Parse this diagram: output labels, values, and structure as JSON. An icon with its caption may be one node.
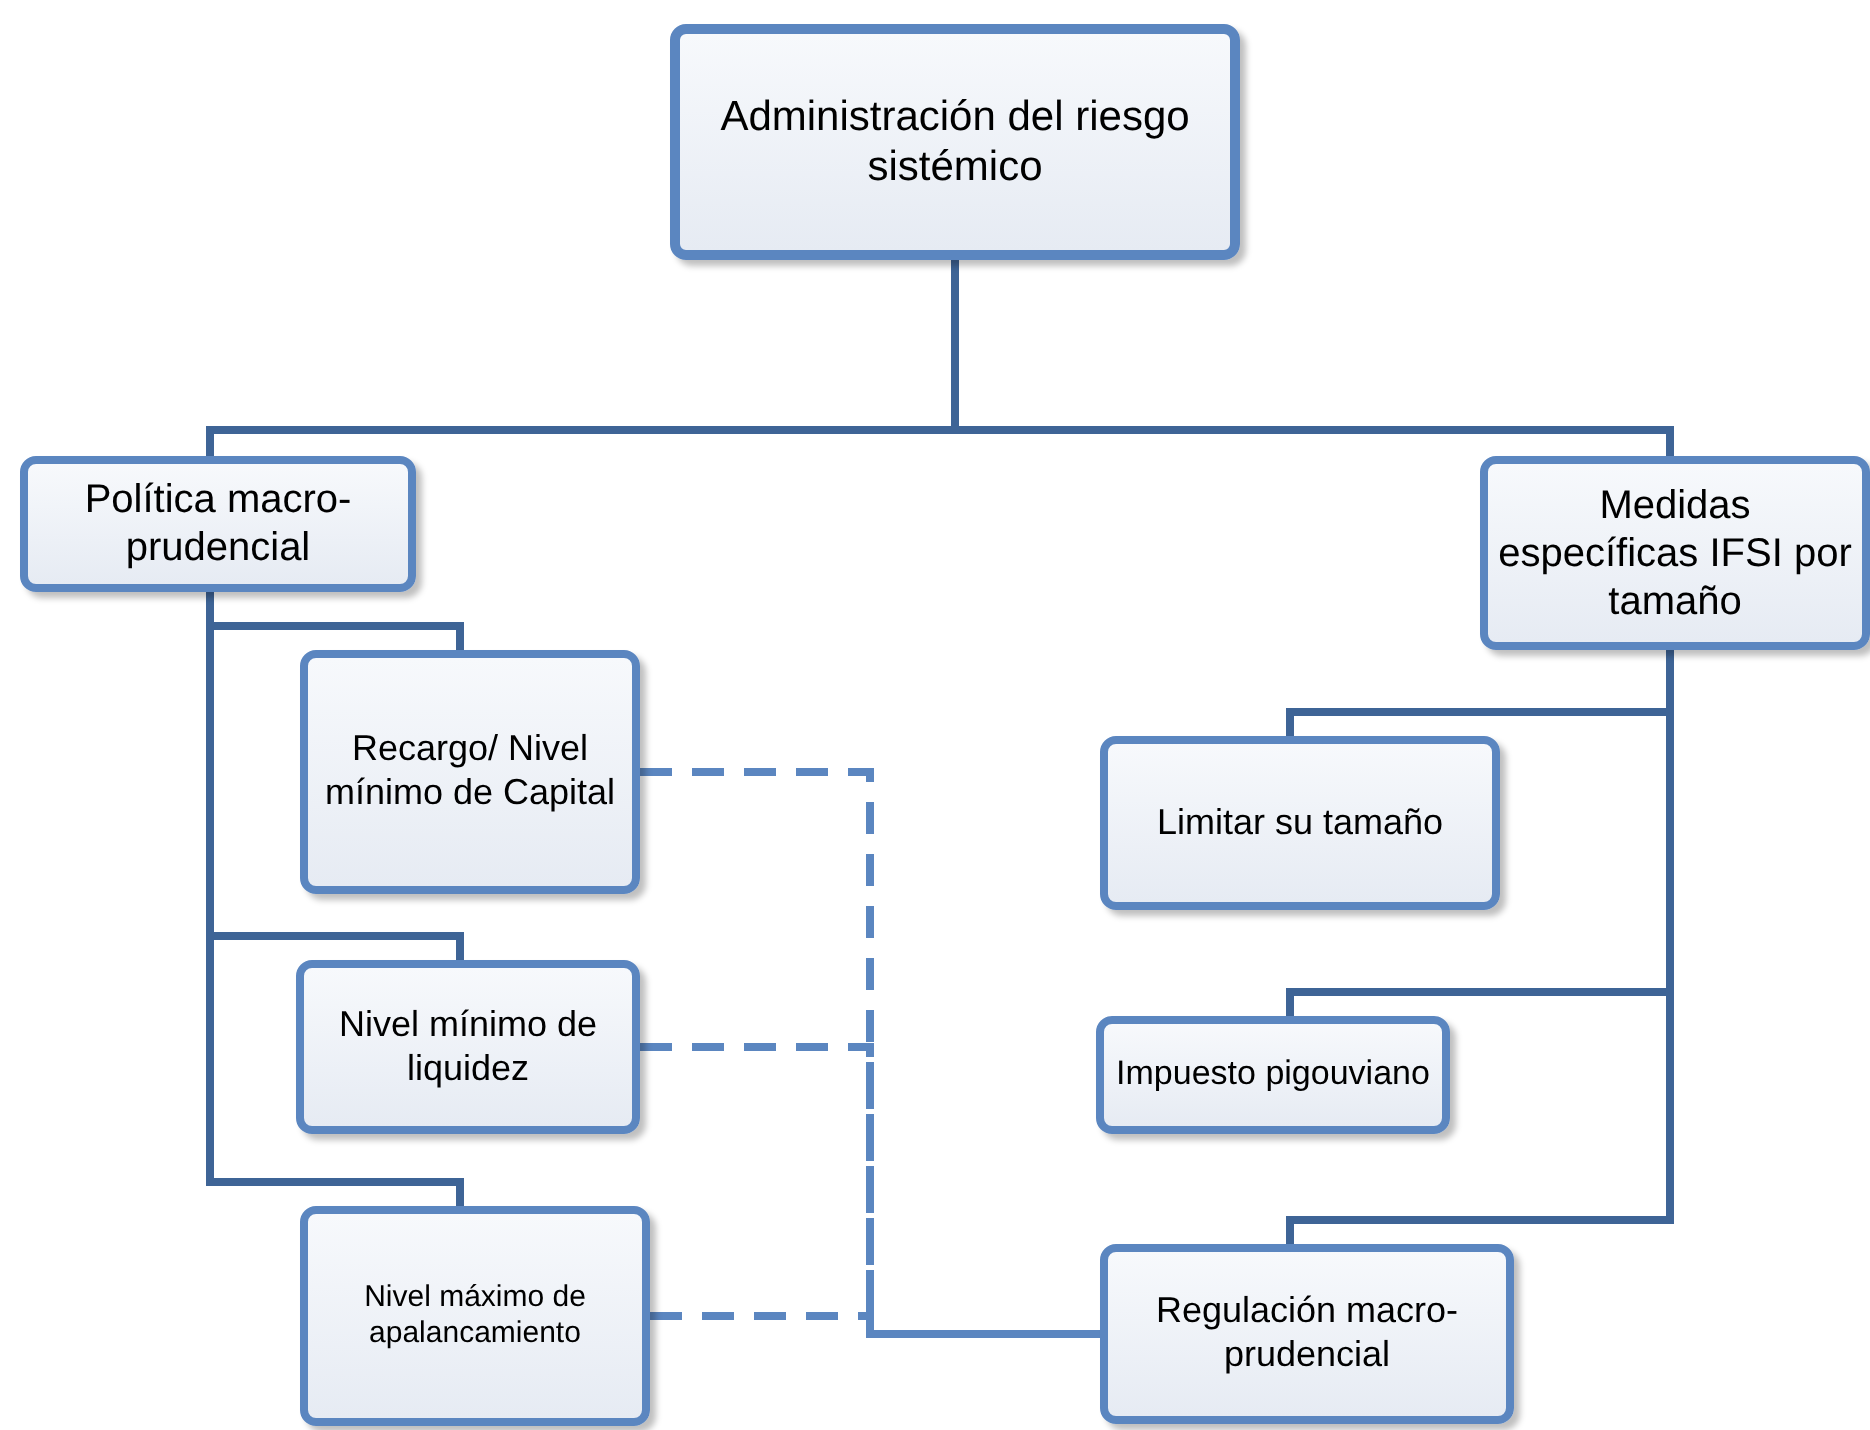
{
  "diagram": {
    "nodes": [
      {
        "text": [
          "Administración del riesgo sistémico"
        ]
      },
      {
        "text": [
          "Política macro-prudencial"
        ]
      },
      {
        "text": [
          "Medidas específicas IFSI por tamaño"
        ]
      },
      {
        "text": [
          "Recargo/ Nivel mínimo de Capital"
        ]
      },
      {
        "text": [
          "Nivel mínimo de liquidez"
        ]
      },
      {
        "text": [
          "Nivel máximo de apalancamiento"
        ]
      },
      {
        "text": [
          "Limitar su tamaño"
        ]
      },
      {
        "text": [
          "Impuesto pigouviano"
        ]
      },
      {
        "text": [
          "Regulación macro-prudencial"
        ]
      }
    ],
    "edges": [
      {
        "from": 0,
        "to": 1,
        "arrow": "none"
      },
      {
        "from": 0,
        "to": 2,
        "arrow": "none"
      },
      {
        "from": 1,
        "to": 3,
        "arrow": "none"
      },
      {
        "from": 1,
        "to": 4,
        "arrow": "none"
      },
      {
        "from": 1,
        "to": 5,
        "arrow": "none"
      },
      {
        "from": 2,
        "to": 6,
        "arrow": "none"
      },
      {
        "from": 2,
        "to": 7,
        "arrow": "none"
      },
      {
        "from": 2,
        "to": 8,
        "arrow": "none"
      },
      {
        "from": 3,
        "to": 8,
        "arrow": "none",
        "style": "dashed",
        "color": "#5b86c0"
      },
      {
        "from": 4,
        "to": 8,
        "arrow": "none",
        "style": "dashed",
        "color": "#5b86c0"
      },
      {
        "from": 5,
        "to": 8,
        "arrow": "none",
        "style": "dashed",
        "color": "#5b86c0"
      }
    ]
  }
}
